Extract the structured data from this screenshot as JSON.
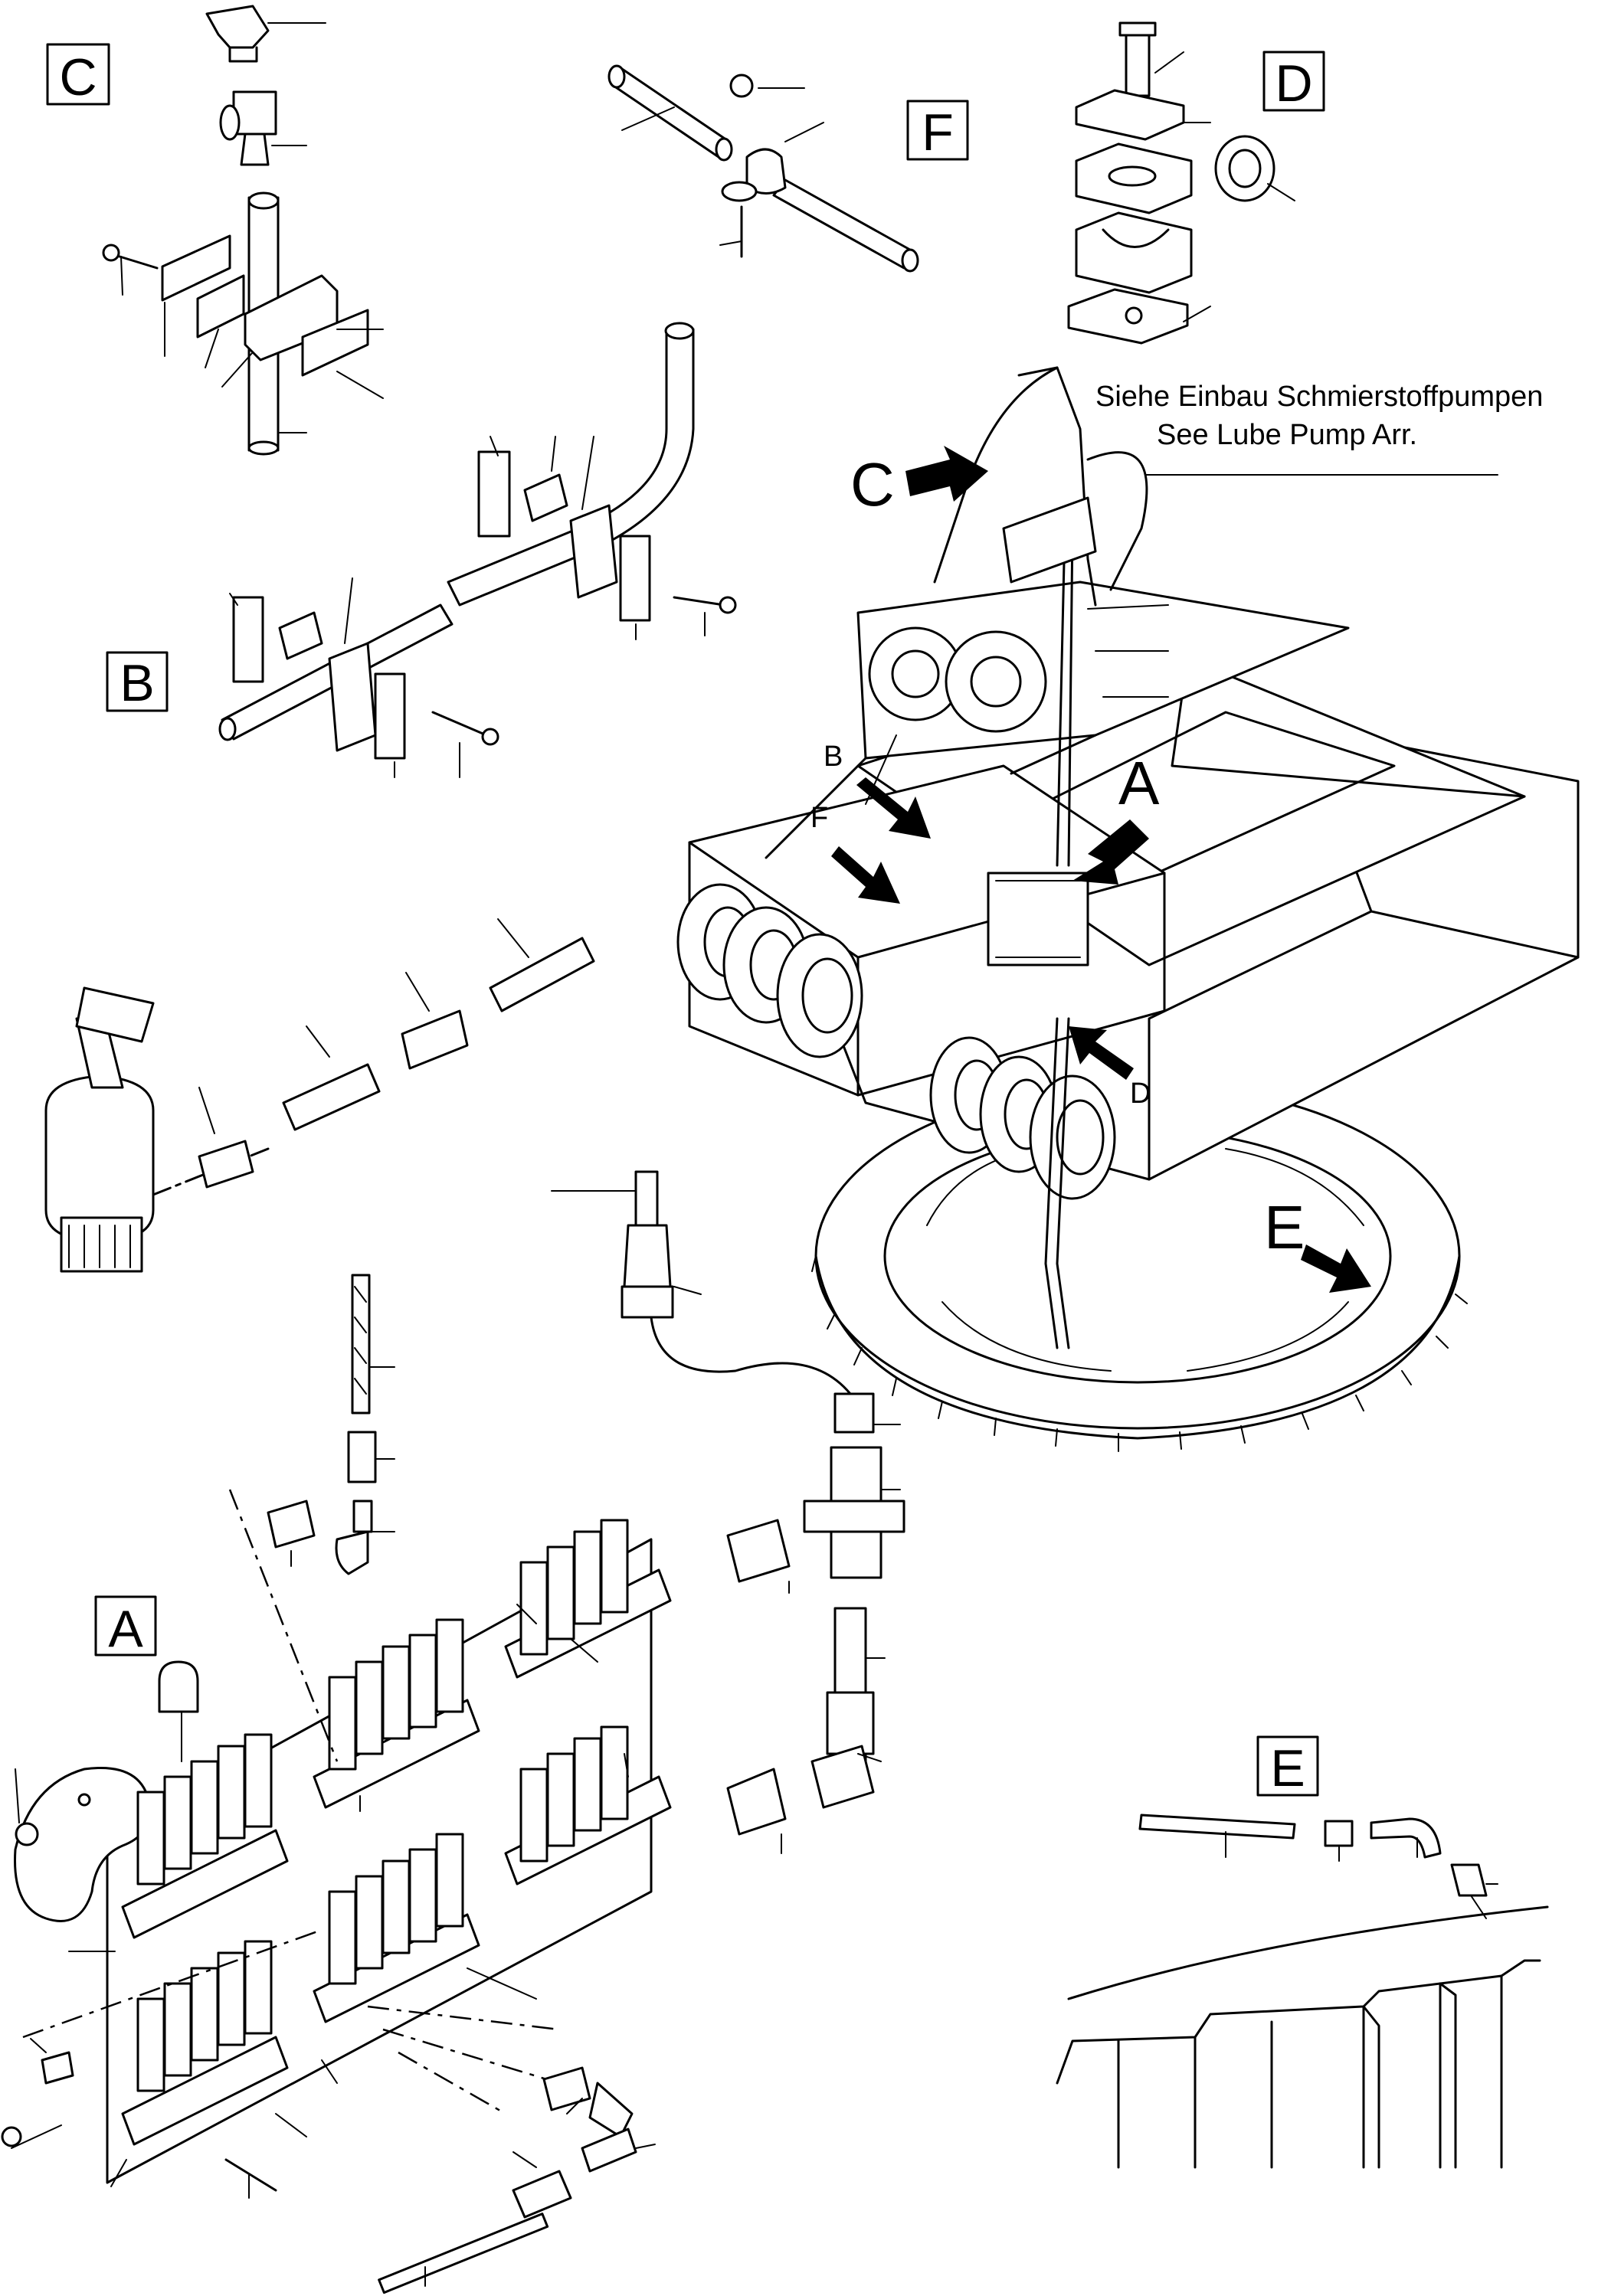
{
  "detail_boxes": {
    "c": "C",
    "f": "F",
    "d": "D",
    "b": "B",
    "a": "A",
    "e": "E"
  },
  "arrows": {
    "c": "C",
    "a": "A",
    "e": "E",
    "b": "B",
    "f": "F",
    "d": "D"
  },
  "notes": {
    "de": "Siehe  Einbau Schmierstoffpumpen",
    "en": "See  Lube Pump Arr."
  }
}
